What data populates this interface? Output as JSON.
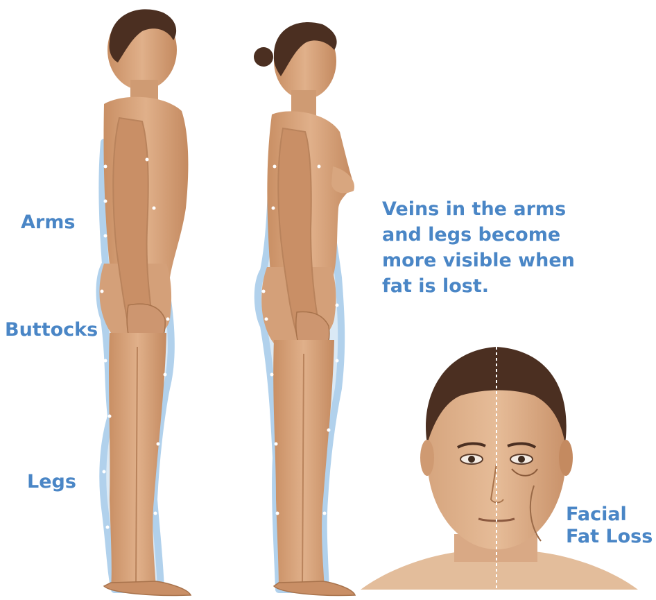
{
  "labels": {
    "arms": "Arms",
    "buttocks": "Buttocks",
    "legs": "Legs"
  },
  "note": {
    "lines": [
      "Veins in the arms",
      "and legs become",
      "more visible when",
      "fat is lost."
    ]
  },
  "face_label": {
    "line1": "Facial",
    "line2": "Fat Loss"
  },
  "colors": {
    "label_blue": "#4a86c6",
    "fat_outline": "#a9cdea",
    "skin": "#d9a57c",
    "skin_shadow": "#b9835c",
    "hair": "#4b2f21"
  }
}
